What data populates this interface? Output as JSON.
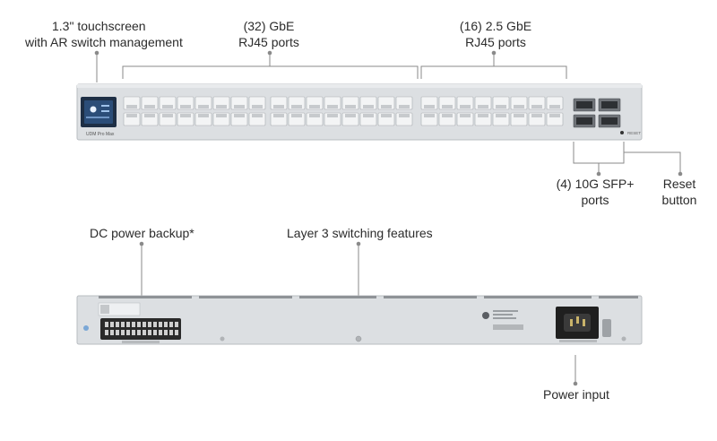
{
  "front_callouts": {
    "touchscreen": {
      "line1": "1.3\" touchscreen",
      "line2": "with AR switch management"
    },
    "gbe_ports": {
      "line1": "(32) GbE",
      "line2": "RJ45 ports"
    },
    "ports_2_5gbe": {
      "line1": "(16) 2.5 GbE",
      "line2": "RJ45 ports"
    },
    "sfp_ports": {
      "line1": "(4) 10G SFP+",
      "line2": "ports"
    },
    "reset_button": {
      "line1": "Reset",
      "line2": "button"
    }
  },
  "rear_callouts": {
    "dc_power": "DC power backup*",
    "layer3": "Layer 3 switching features",
    "power_input": "Power input"
  },
  "device_text": {
    "front_badge": "UDM Pro Max",
    "reset_tag": "RESET"
  },
  "port_counts": {
    "gbe": 32,
    "gbe_2_5": 16,
    "sfp": 4
  },
  "colors": {
    "chassis": "#d9dcdf",
    "chassis_edge": "#b7bbbf",
    "port_face": "#f3f4f5",
    "bracket": "#8a8a8a",
    "dot": "#8a8a8a",
    "screen": "#1f3a5c"
  }
}
